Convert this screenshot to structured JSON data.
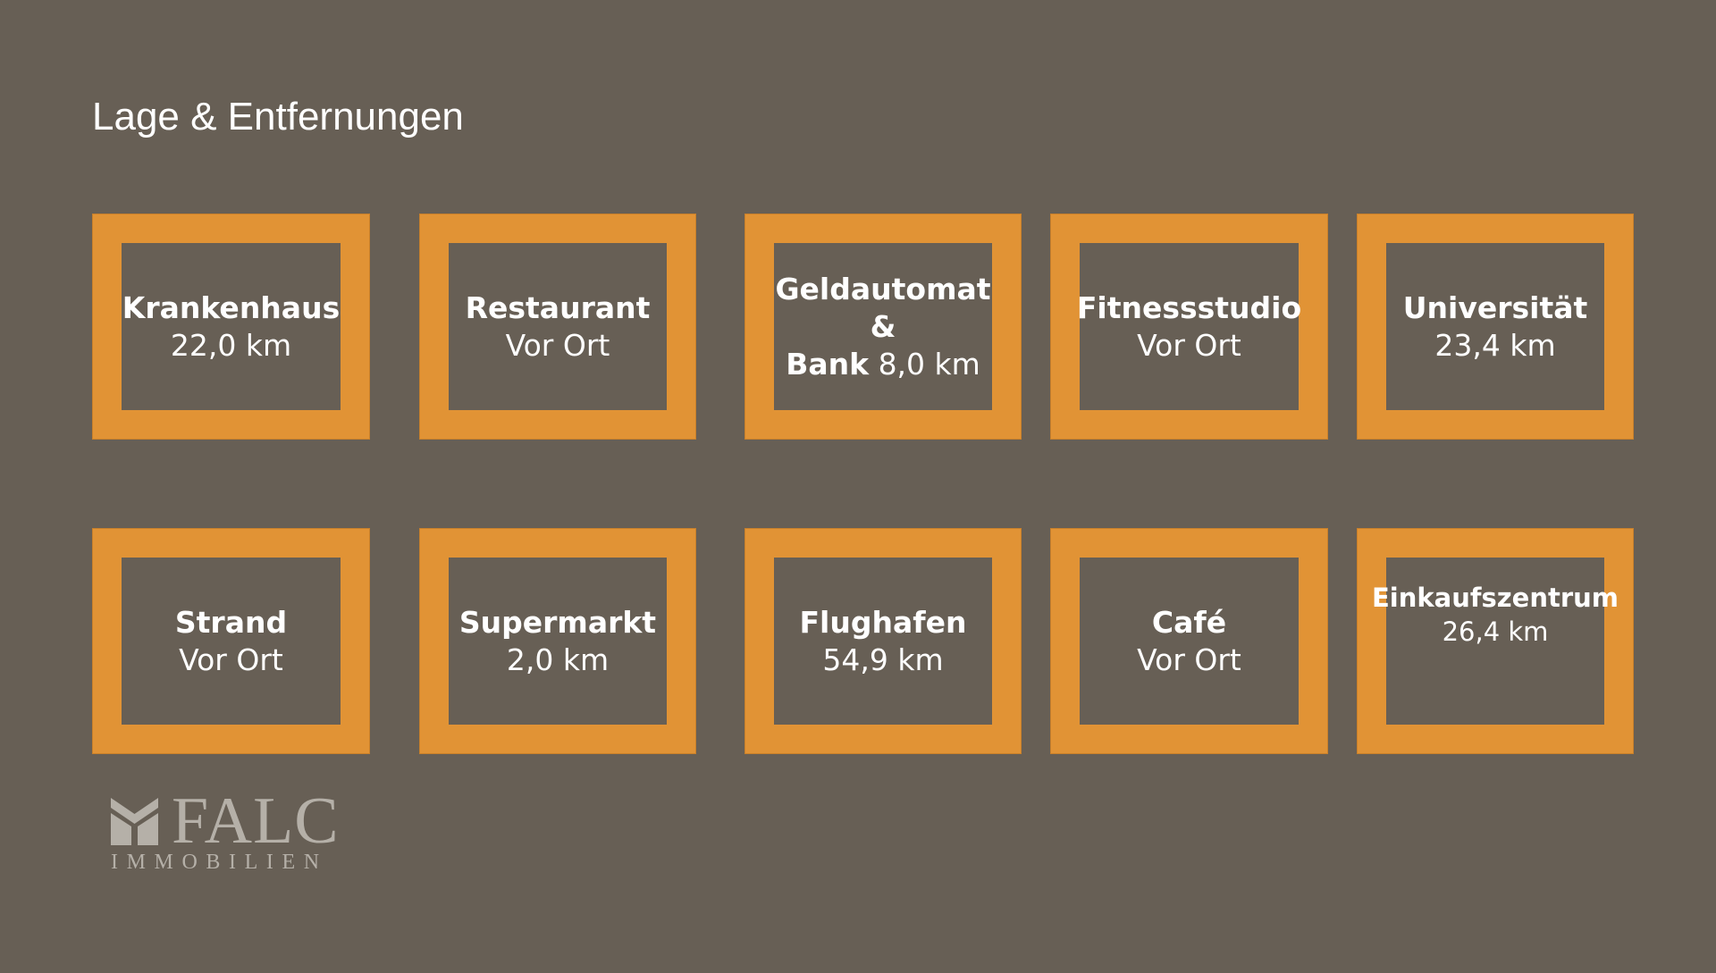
{
  "title": "Lage & Entfernungen",
  "colors": {
    "background": "#675f55",
    "tile_frame": "#e19335",
    "text": "#ffffff",
    "logo": "#b5b0a8"
  },
  "tiles": [
    {
      "name": "Krankenhaus",
      "value": "22,0 km"
    },
    {
      "name": "Restaurant",
      "value": "Vor Ort"
    },
    {
      "name_line1": "Geldautomat",
      "name_line2": "&",
      "name_line3": "Bank",
      "value": "8,0 km"
    },
    {
      "name": "Fitnessstudio",
      "value": "Vor Ort"
    },
    {
      "name": "Universität",
      "value": "23,4 km"
    },
    {
      "name": "Strand",
      "value": "Vor Ort"
    },
    {
      "name": "Supermarkt",
      "value": "2,0 km"
    },
    {
      "name": "Flughafen",
      "value": "54,9 km"
    },
    {
      "name": "Café",
      "value": "Vor Ort"
    },
    {
      "name": "Einkaufszentrum",
      "value": "26,4 km"
    }
  ],
  "logo": {
    "word": "FALC",
    "sub": "IMMOBILIEN",
    "icon": "falc-house-logo-icon"
  }
}
